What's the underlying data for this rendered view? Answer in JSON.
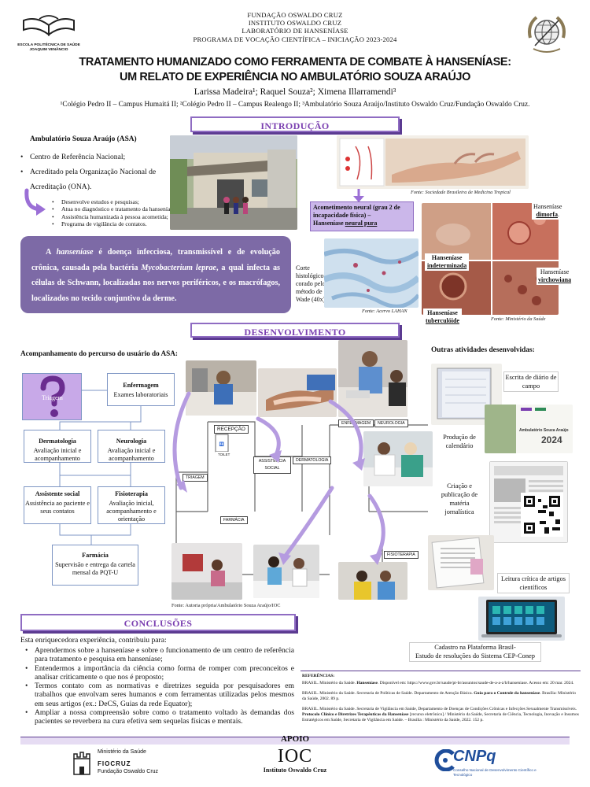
{
  "header": {
    "institution_lines": [
      "FUNDAÇÃO OSWALDO CRUZ",
      "INSTITUTO OSWALDO CRUZ",
      "LABORATÓRIO DE HANSENÍASE",
      "PROGRAMA DE VOCAÇÃO CIENTÍFICA – INICIAÇÃO 2023-2024"
    ],
    "logo_left_text": "ESCOLA POLITÉCNICA DE SAÚDE JOAQUIM VENÂNCIO",
    "title_line1": "TRATAMENTO HUMANIZADO COMO FERRAMENTA DE COMBATE À HANSENÍASE:",
    "title_line2": "UM RELATO DE EXPERIÊNCIA NO AMBULATÓRIO SOUZA ARAÚJO",
    "authors": "Larissa Madeira¹; Raquel Souza²; Ximena Illarramendi³",
    "affiliations": "¹Colégio Pedro II – Campus Humaitá II; ²Colégio Pedro II – Campus Realengo II; ³Ambulatório Souza Araújo/Instituto Oswaldo Cruz/Fundação Oswaldo Cruz."
  },
  "intro": {
    "section_title": "INTRODUÇÃO",
    "asa_heading": "Ambulatório Souza Araújo (ASA)",
    "asa_items": [
      "Centro de Referência Nacional;",
      "Acreditado pela Organização Nacional de Acreditação (ONA)."
    ],
    "asa_subitems": [
      "Desenvolve estudos e pesquisas;",
      "Atua no diagnóstico e tratamento da hanseníase;",
      "Assistência humanizada à pessoa acometida;",
      "Programa de vigilância de contatos."
    ],
    "definition_p1": "A ",
    "definition_term": "hanseníase",
    "definition_p2": " é doença infecciosa, transmissível e de evolução crônica, causada pela bactéria ",
    "definition_species": "Mycobacterium leprae",
    "definition_p3": ", a qual infecta as células de Schwann, localizadas nos nervos periféricos, e os macrófagos, localizados no tecido conjuntivo da derme.",
    "acometimento_line1": "Acometimento neural (grau 2 de incapacidade física) –",
    "acometimento_line2": "Hanseníase ",
    "acometimento_underline": "neural pura",
    "caption_sbmt": "Fonte: Sociedade Brasileira de Medicina Tropical",
    "histology_label": "Corte histológico corado pelo método de Wade (40x)",
    "caption_lahan": "Fonte: Acervo LAHAN",
    "caption_ms": "Fonte: Ministério da Saúde",
    "forms": [
      {
        "prefix": "Hanseníase",
        "name": "indeterminada"
      },
      {
        "prefix": "Hanseníase",
        "name": "dimorfa"
      },
      {
        "prefix": "Hanseníase",
        "name": "virchowiana"
      },
      {
        "prefix": "Hanseníase",
        "name": "tuberculóide"
      }
    ]
  },
  "dev": {
    "section_title": "DESENVOLVIMENTO",
    "flow_heading": "Acompanhamento do percurso do usuário do ASA:",
    "triagem": "Triagem",
    "enfermagem_title": "Enfermagem",
    "enfermagem_body": "Exames laboratoriais",
    "derma_title": "Dermatologia",
    "derma_body": "Avaliação inicial e acompanhamento",
    "neuro_title": "Neurologia",
    "neuro_body": "Avaliação inicial e acompanhamento",
    "social_title": "Assistente social",
    "social_body": "Assistência ao paciente e seus contatos",
    "fisio_title": "Fisioterapia",
    "fisio_body": "Avaliação inicial, acompanhamento e orientação",
    "farmacia_title": "Farmácia",
    "farmacia_body": "Supervisão e entrega da cartela mensal da PQT-U",
    "map_labels": {
      "recepcao": "RECEPÇÃO",
      "enfermagem": "ENFERMAGEM",
      "neurologia": "NEUROLOGIA",
      "assistencia_social": "ASSISTÊNCIA SOCIAL",
      "dermatologia": "DERMATOLOGIA",
      "triagem": "TRIAGEM",
      "farmacia": "FARMÁCIA",
      "fisioterapia": "FISIOTERAPIA",
      "toilet": "TOILET"
    },
    "caption_photos": "Fonte: Autoria própria/Ambulatório Souza Araújo/IOC",
    "other_heading": "Outras atividades desenvolvidas:",
    "activities": [
      "Escrita de diário de campo",
      "Produção de calendário",
      "Criação e publicação de matéria jornalística",
      "Leitura crítica de artigos científicos",
      "Cadastro na Plataforma Brasil-\nEstudo de resoluções do Sistema CEP-Conep"
    ],
    "calendar_title": "Ambulatório Souza Araújo",
    "calendar_year": "2024"
  },
  "conclusions": {
    "section_title": "CONCLUSÕES",
    "intro": "Esta enriquecedora experiência, contribuiu para:",
    "items": [
      "Aprendermos sobre a hanseníase e sobre o funcionamento de um centro de referência para tratamento e pesquisa em hanseníase;",
      "Entendermos a importância da ciência como forma de romper com preconceitos e analisar criticamente o que nos é proposto;",
      "Termos contato com as normativas e diretrizes seguida por pesquisadores em trabalhos que envolvam seres humanos e com ferramentas utilizadas pelos mesmos em seus artigos (ex.: DeCS, Guias da rede Equator);",
      "Ampliar a nossa compreensão sobre como o tratamento voltado às demandas dos pacientes se reverbera na cura efetiva sem sequelas físicas e mentais."
    ]
  },
  "references": {
    "heading": "REFERÊNCIAS:",
    "ref1_a": "BRASIL. Ministério da Saúde. ",
    "ref1_b": "Hanseníase",
    "ref1_c": ". Disponível em: https://www.gov.br/saude/pt-br/assuntos/saude-de-a-a-z/h/hanseniase. Acesso em: 20 mar. 2024.",
    "ref2_a": "BRASIL. Ministério da Saúde. Secretaria de Políticas de Saúde. Departamento de Atenção Básica. ",
    "ref2_b": "Guia para o Controle da hanseníase",
    "ref2_c": ". Brasília: Ministério da Saúde, 2002. 89 p.",
    "ref3_a": "BRASIL. Ministério da Saúde. Secretaria de Vigilância em Saúde, Departamento de Doenças de Condições Crônicas e Infecções Sexualmente Transmissíveis. ",
    "ref3_b": "Protocolo Clínico e Diretrizes Terapêuticas da Hanseníase",
    "ref3_c": " [recurso eletrônico] / Ministério da Saúde, Secretaria de Ciência, Tecnologia, Inovação e Insumos Estratégicos em Saúde, Secretaria de Vigilância em Saúde. – Brasília : Ministério da Saúde, 2022. 152 p."
  },
  "support": {
    "heading": "APOIO",
    "ms_line1": "Ministério da Saúde",
    "ms_line2": "FIOCRUZ",
    "ms_line3": "Fundação Oswaldo Cruz",
    "ioc_big": "IOC",
    "ioc_small": "Instituto Oswaldo Cruz",
    "cnpq_big": "CNPq",
    "cnpq_small": "Conselho Nacional de Desenvolvimento Científico e Tecnológico"
  },
  "colors": {
    "accent_purple": "#7a3fb0",
    "lavender": "#cbb7ea",
    "definition_box": "#7d6aa6",
    "flow_border": "#7e96c4"
  }
}
